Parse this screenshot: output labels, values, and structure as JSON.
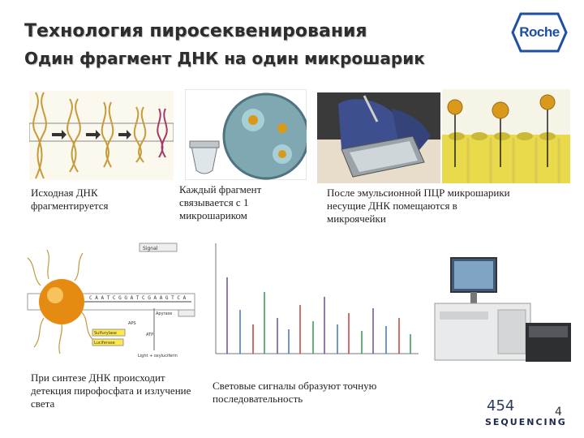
{
  "header": {
    "title": "Технология пиросеквенирования",
    "subtitle": "Один фрагмент ДНК на  один микрошарик"
  },
  "logo": {
    "text": "Roche"
  },
  "captions": {
    "fragmentation": "Исходная ДНК фрагментируется",
    "bead_binding": "Каждый фрагмент связывается с 1 микрошариком",
    "emulsion_pcr": "После эмульсионной ПЦР микрошарики несущие ДНК помещаются в микроячейки",
    "pyro_detection": "При синтезе ДНК происходит детекция пирофосфата и излучение света",
    "light_signals": "Световые сигналы образуют точную последовательность"
  },
  "diagram_labels": {
    "signal": "Signal",
    "apyrase": "Apyrase",
    "sulfurylase": "Sulfurylase",
    "luciferase": "Luciferase",
    "atp": "ATP",
    "aps": "APS",
    "light": "Light + oxyluciferin",
    "sequence": "C A A T C G G A T C G A A G T C A"
  },
  "brand": {
    "number": "454",
    "sequencing": "SEQUENCING"
  },
  "page": {
    "number": "4"
  },
  "colors": {
    "logo_blue": "#1f4fa0",
    "bead_gold": "#d99a1c",
    "well_yellow": "#e8da4a"
  }
}
